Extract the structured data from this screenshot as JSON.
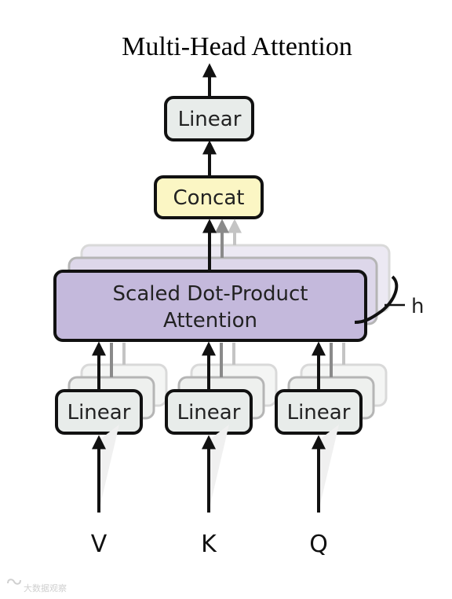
{
  "title": "Multi-Head Attention",
  "blocks": {
    "output_linear": "Linear",
    "concat": "Concat",
    "attention_line1": "Scaled Dot-Product",
    "attention_line2": "Attention",
    "input_linear_v": "Linear",
    "input_linear_k": "Linear",
    "input_linear_q": "Linear"
  },
  "inputs": {
    "v": "V",
    "k": "K",
    "q": "Q"
  },
  "heads_label": "h",
  "watermark": "大数据观察",
  "colors": {
    "linear_fill": "#e8ecea",
    "concat_fill": "#fbf6c4",
    "attention_fill": "#c4b9dc",
    "stroke": "#111111"
  }
}
